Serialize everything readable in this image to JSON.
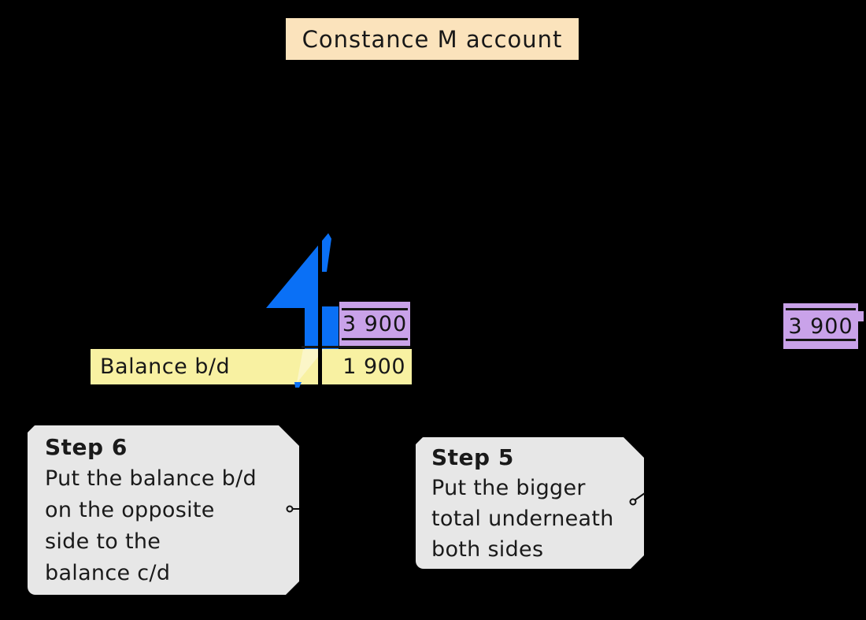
{
  "title": {
    "text": "Constance M account"
  },
  "account": {
    "debit_total": "3 900",
    "credit_total": "3 900",
    "balance_label": "Balance b/d",
    "balance_amount": "1 900"
  },
  "steps": [
    {
      "heading": "Step 6",
      "lines": [
        "Put the balance b/d",
        "on the opposite",
        "side to the",
        "balance c/d"
      ]
    },
    {
      "heading": "Step 5",
      "lines": [
        "Put the bigger",
        "total underneath",
        "both sides"
      ]
    }
  ],
  "icons": {
    "arrow": "blue-arrow-icon",
    "note_tail": "note-tail-icon"
  },
  "colors": {
    "background": "#000000",
    "title_bg": "#fbe3bc",
    "highlight_purple": "#c9a2e9",
    "highlight_yellow": "#f8f1a2",
    "arrow_blue": "#0a70f6",
    "arrow_tint_over_yellow": "#fbf6c8",
    "note_bg": "#e7e7e7",
    "ink": "#161616"
  }
}
